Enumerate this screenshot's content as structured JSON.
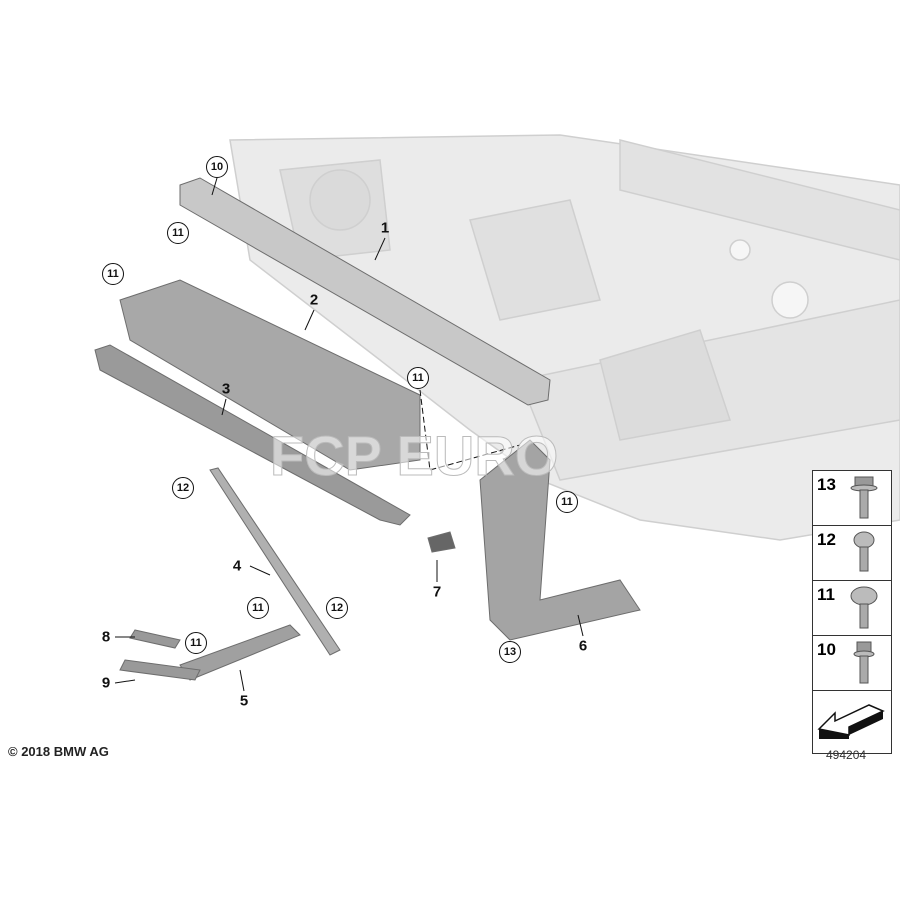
{
  "diagram": {
    "callouts_plain": [
      "1",
      "2",
      "3",
      "4",
      "5",
      "6",
      "7",
      "8",
      "9"
    ],
    "callouts_circled": [
      "10",
      "11",
      "11",
      "11",
      "12",
      "11",
      "11",
      "12",
      "11",
      "13"
    ],
    "legend": [
      {
        "number": "13",
        "icon": "hex-flange-bolt-icon"
      },
      {
        "number": "12",
        "icon": "torx-pan-screw-icon"
      },
      {
        "number": "11",
        "icon": "flat-head-screw-icon"
      },
      {
        "number": "10",
        "icon": "hex-bolt-icon"
      },
      {
        "number": "",
        "icon": "direction-arrow-icon"
      }
    ],
    "copyright": "© 2018 BMW AG",
    "reference_number": "494204",
    "watermark": "FCP EURO",
    "colors": {
      "frame": "#e6e6e6",
      "parts": "#9a9a9a",
      "line": "#111111"
    }
  }
}
